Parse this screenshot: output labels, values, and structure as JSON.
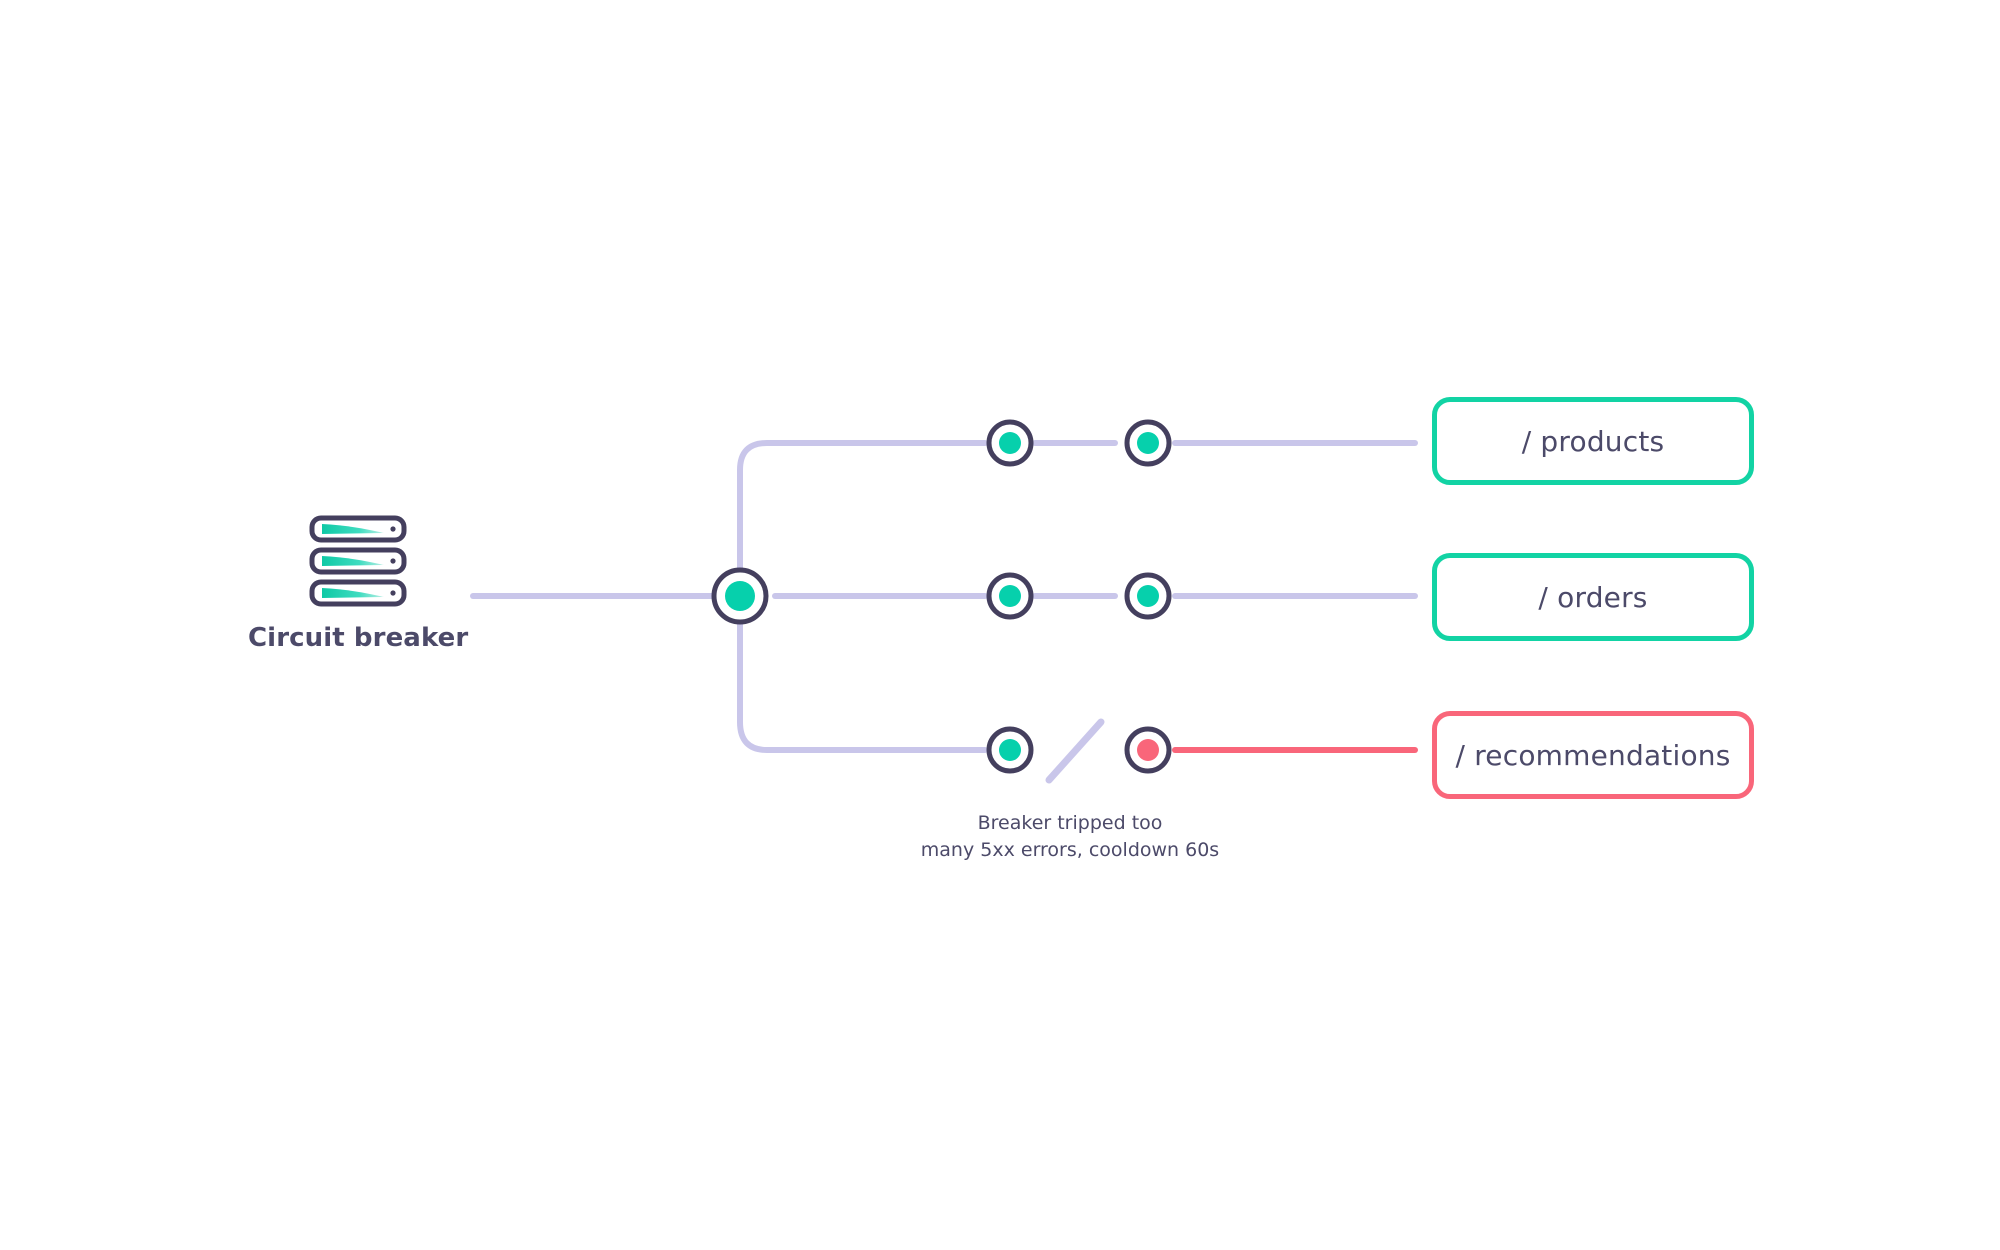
{
  "diagram": {
    "title": "Circuit breaker routing diagram",
    "background": "#ffffff"
  },
  "source": {
    "label": "Circuit breaker",
    "icon": "server-stack-icon",
    "slots": 3
  },
  "colors": {
    "wire": "#c9c6ea",
    "wire_fail": "#f9667a",
    "node_ring": "#443f5e",
    "node_ok": "#06d0ac",
    "node_fail": "#f9667a",
    "pill_ok_border": "#12d3a4",
    "pill_fail_border": "#f9667a",
    "text": "#4c4a69",
    "icon_accent": "#12d3a4"
  },
  "routes": [
    {
      "label": "/ products",
      "status": "ok",
      "nodes": [
        "ok",
        "ok"
      ],
      "link_broken": false
    },
    {
      "label": "/ orders",
      "status": "ok",
      "nodes": [
        "ok",
        "ok"
      ],
      "link_broken": false
    },
    {
      "label": "/ recommendations",
      "status": "fail",
      "nodes": [
        "ok",
        "fail"
      ],
      "link_broken": true
    }
  ],
  "caption": {
    "line1": "Breaker tripped too",
    "line2": "many 5xx errors, cooldown 60s"
  }
}
